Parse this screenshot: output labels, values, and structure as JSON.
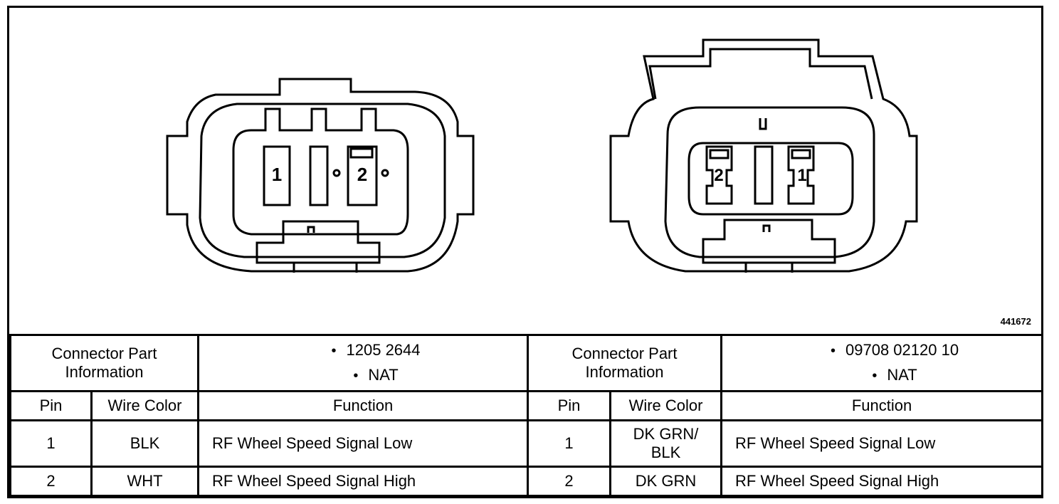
{
  "figure_id": "441672",
  "left_connector": {
    "pin_labels": [
      "1",
      "2"
    ],
    "part_info_label": "Connector Part Information",
    "part_info": [
      "1205 2644",
      "NAT"
    ],
    "headers": [
      "Pin",
      "Wire Color",
      "Function"
    ],
    "rows": [
      {
        "pin": "1",
        "color": "BLK",
        "function": "RF Wheel Speed Signal Low"
      },
      {
        "pin": "2",
        "color": "WHT",
        "function": "RF Wheel Speed Signal High"
      }
    ]
  },
  "right_connector": {
    "pin_labels": [
      "2",
      "1"
    ],
    "part_info_label": "Connector Part Information",
    "part_info": [
      "09708 02120 10",
      "NAT"
    ],
    "headers": [
      "Pin",
      "Wire Color",
      "Function"
    ],
    "rows": [
      {
        "pin": "1",
        "color": "DK GRN/ BLK",
        "function": "RF Wheel Speed Signal Low"
      },
      {
        "pin": "2",
        "color": "DK GRN",
        "function": "RF Wheel Speed Signal High"
      }
    ]
  }
}
